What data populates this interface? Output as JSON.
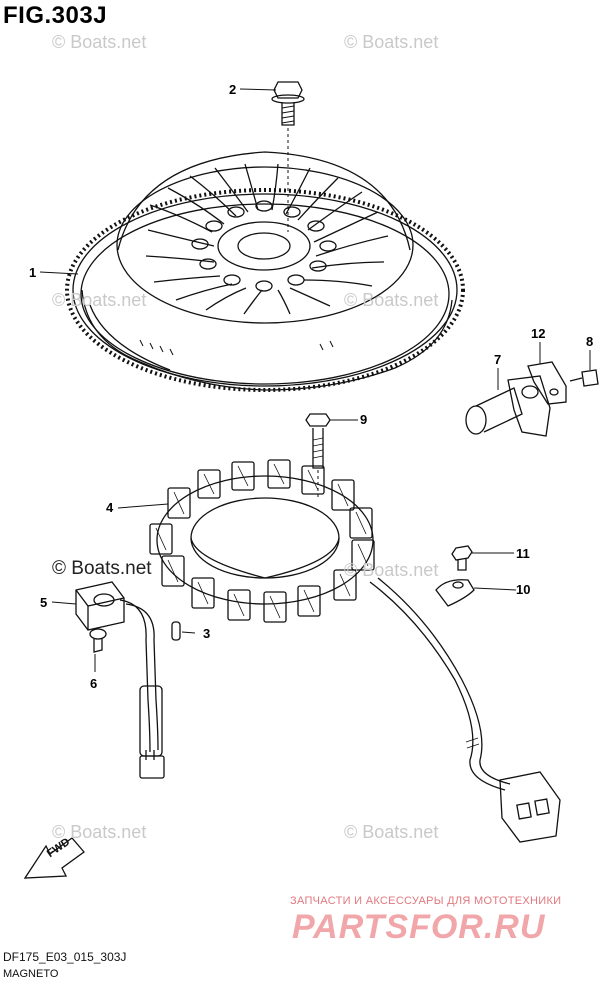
{
  "figure": {
    "title": "FIG.303J"
  },
  "watermarks": {
    "top_left": "© Boats.net",
    "top_right": "© Boats.net",
    "mid_left": "© Boats.net",
    "mid_right": "© Boats.net",
    "overlay": "© Boats.net",
    "stator_right": "© Boats.net",
    "bottom_left": "© Boats.net",
    "bottom_right": "© Boats.net"
  },
  "callouts": {
    "c1": "1",
    "c2": "2",
    "c3": "3",
    "c4": "4",
    "c5": "5",
    "c6": "6",
    "c7": "7",
    "c8": "8",
    "c9": "9",
    "c10": "10",
    "c11": "11",
    "c12": "12"
  },
  "fwd_label": "FWD",
  "footer": {
    "code": "DF175_E03_015_303J",
    "name": "MAGNETO"
  },
  "promo": {
    "text": "ЗАПЧАСТИ И АКСЕССУАРЫ ДЛЯ МОТОТЕХНИКИ",
    "brand": "PARTSFOR.RU"
  }
}
